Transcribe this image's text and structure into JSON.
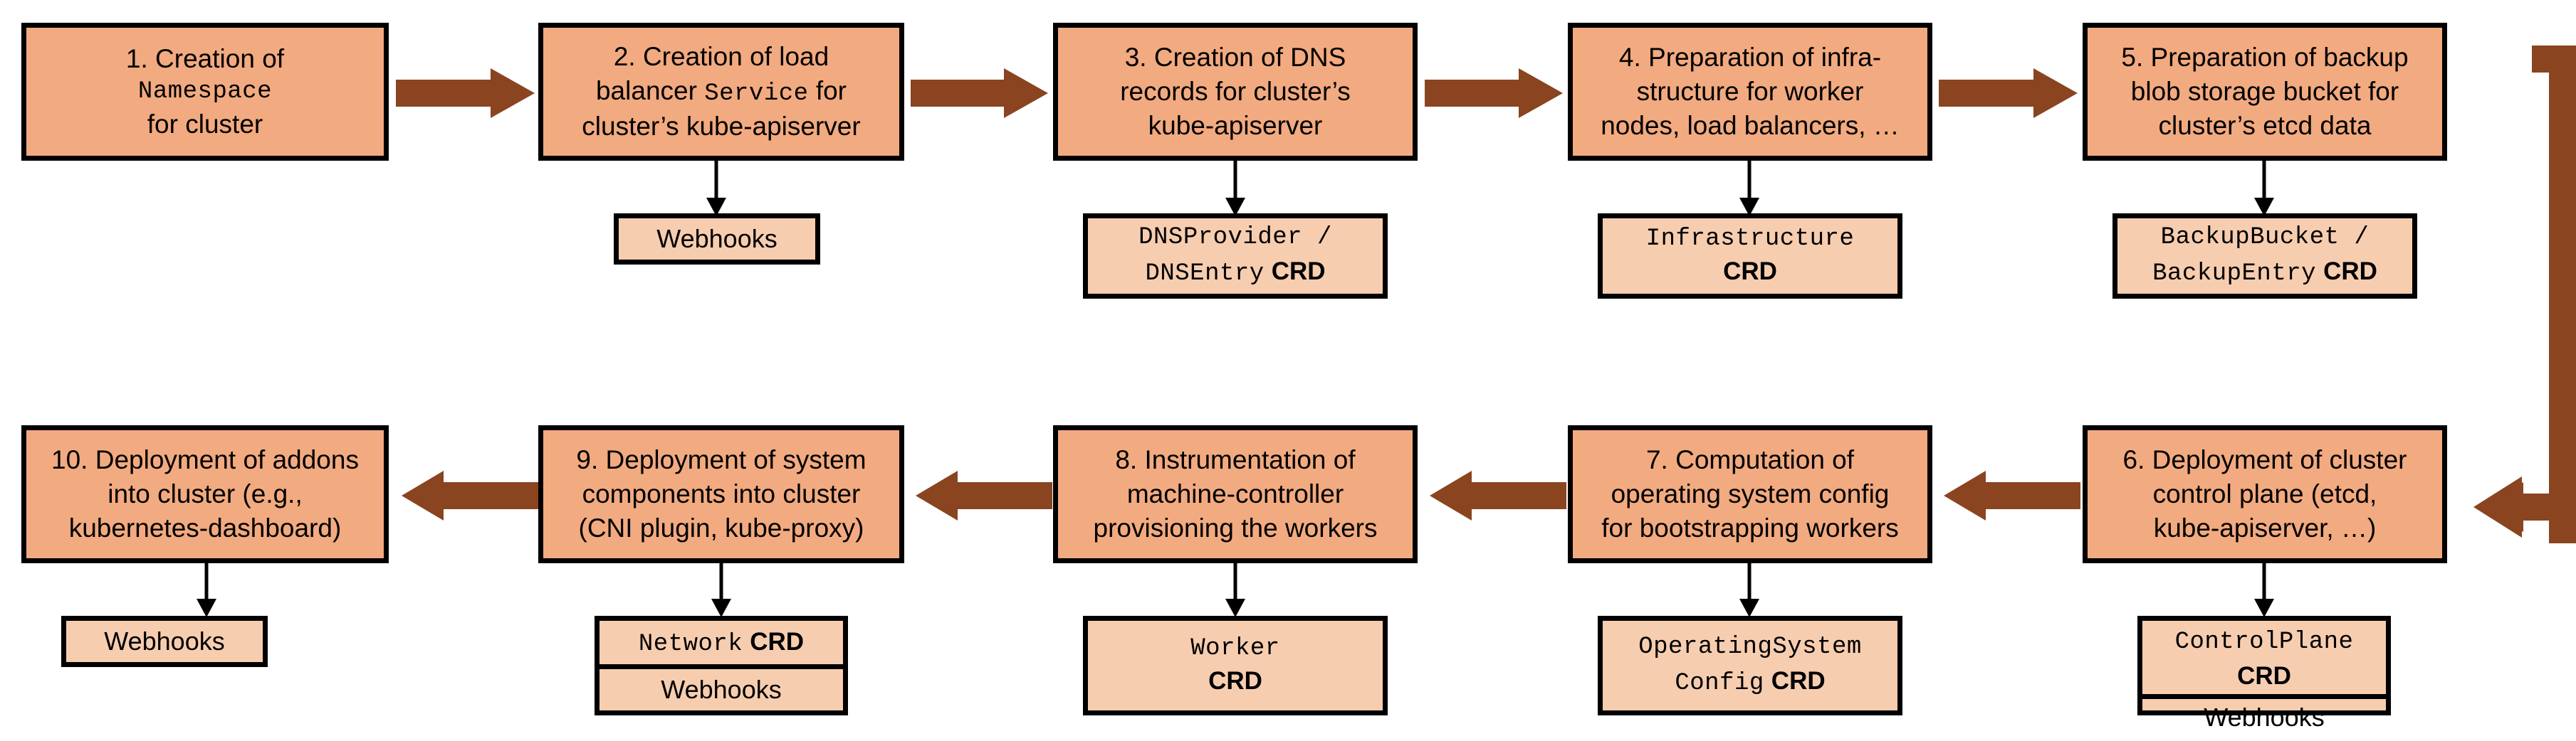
{
  "diagram": {
    "title": "Cluster reconciliation flow with extension CRDs and webhooks",
    "colors": {
      "step_fill": "#F2AA80",
      "resource_fill": "#F7CDB0",
      "border": "#000000",
      "flow_arrow": "#8A4420",
      "background": "#FFFFFF"
    }
  },
  "steps": [
    {
      "id": "step-1",
      "number": "1.",
      "lines": [
        {
          "text": "1. Creation of",
          "style": "sans"
        },
        {
          "text": "Namespace",
          "style": "mono"
        },
        {
          "text": "for cluster",
          "style": "sans"
        }
      ]
    },
    {
      "id": "step-2",
      "number": "2.",
      "lines": [
        {
          "text": "2. Creation of load",
          "style": "sans"
        },
        {
          "text": "balancer ",
          "style": "sans",
          "mono_part": "Service",
          "tail": " for"
        },
        {
          "text": "cluster’s kube-apiserver",
          "style": "sans"
        }
      ]
    },
    {
      "id": "step-3",
      "number": "3.",
      "lines": [
        {
          "text": "3. Creation of DNS",
          "style": "sans"
        },
        {
          "text": "records for cluster’s",
          "style": "sans"
        },
        {
          "text": "kube-apiserver",
          "style": "sans"
        }
      ]
    },
    {
      "id": "step-4",
      "number": "4.",
      "lines": [
        {
          "text": "4. Preparation of infra-",
          "style": "sans"
        },
        {
          "text": "structure for worker",
          "style": "sans"
        },
        {
          "text": "nodes, load balancers, …",
          "style": "sans"
        }
      ]
    },
    {
      "id": "step-5",
      "number": "5.",
      "lines": [
        {
          "text": "5. Preparation of backup",
          "style": "sans"
        },
        {
          "text": "blob storage bucket for",
          "style": "sans"
        },
        {
          "text": "cluster’s etcd data",
          "style": "sans"
        }
      ]
    },
    {
      "id": "step-6",
      "number": "6.",
      "lines": [
        {
          "text": "6. Deployment of cluster",
          "style": "sans"
        },
        {
          "text": "control plane (etcd,",
          "style": "sans"
        },
        {
          "text": "kube-apiserver, …)",
          "style": "sans"
        }
      ]
    },
    {
      "id": "step-7",
      "number": "7.",
      "lines": [
        {
          "text": "7. Computation of",
          "style": "sans"
        },
        {
          "text": "operating system config",
          "style": "sans"
        },
        {
          "text": "for bootstrapping workers",
          "style": "sans"
        }
      ]
    },
    {
      "id": "step-8",
      "number": "8.",
      "lines": [
        {
          "text": "8. Instrumentation of",
          "style": "sans"
        },
        {
          "text": "machine-controller",
          "style": "sans"
        },
        {
          "text": "provisioning the workers",
          "style": "sans"
        }
      ]
    },
    {
      "id": "step-9",
      "number": "9.",
      "lines": [
        {
          "text": "9. Deployment of system",
          "style": "sans"
        },
        {
          "text": "components into cluster",
          "style": "sans"
        },
        {
          "text": "(CNI plugin, kube-proxy)",
          "style": "sans"
        }
      ]
    },
    {
      "id": "step-10",
      "number": "10.",
      "lines": [
        {
          "text": "10. Deployment of addons",
          "style": "sans"
        },
        {
          "text": "into cluster (e.g.,",
          "style": "sans"
        },
        {
          "text": "kubernetes-dashboard)",
          "style": "sans"
        }
      ]
    }
  ],
  "step_text": {
    "s1_l1": "1. Creation of",
    "s1_l2": "Namespace",
    "s1_l3": "for cluster",
    "s2_l1": "2. Creation of load",
    "s2_l2a": "balancer",
    "s2_l2b": "Service",
    "s2_l2c": "for",
    "s2_l3": "cluster’s kube-apiserver",
    "s3_l1": "3. Creation of DNS",
    "s3_l2": "records for cluster’s",
    "s3_l3": "kube-apiserver",
    "s4_l1": "4. Preparation of infra-",
    "s4_l2": "structure for worker",
    "s4_l3": "nodes, load balancers, …",
    "s5_l1": "5. Preparation of backup",
    "s5_l2": "blob storage bucket for",
    "s5_l3": "cluster’s etcd data",
    "s6_l1": "6. Deployment of cluster",
    "s6_l2": "control plane (etcd,",
    "s6_l3": "kube-apiserver, …)",
    "s7_l1": "7. Computation of",
    "s7_l2": "operating system config",
    "s7_l3": "for bootstrapping workers",
    "s8_l1": "8. Instrumentation of",
    "s8_l2": "machine-controller",
    "s8_l3": "provisioning the workers",
    "s9_l1": "9. Deployment of system",
    "s9_l2": "components into cluster",
    "s9_l3": "(CNI plugin, kube-proxy)",
    "s10_l1": "10. Deployment of addons",
    "s10_l2": "into cluster (e.g.,",
    "s10_l3": "kubernetes-dashboard)"
  },
  "resources": {
    "webhooks_label": "Webhooks",
    "crd_suffix": "CRD",
    "r2": {
      "row1": "Webhooks"
    },
    "r3": {
      "line1": "DNSProvider /",
      "line2_name": "DNSEntry",
      "line2_crd": "CRD"
    },
    "r4": {
      "line1_name": "Infrastructure",
      "line2_crd": "CRD"
    },
    "r5": {
      "line1": "BackupBucket /",
      "line2_name": "BackupEntry",
      "line2_crd": "CRD"
    },
    "r6": {
      "row1_name": "ControlPlane",
      "row1_crd": "CRD",
      "row2": "Webhooks"
    },
    "r7": {
      "line1_name": "OperatingSystem",
      "line2_name": "Config",
      "line2_crd": "CRD"
    },
    "r8": {
      "line1_name": "Worker",
      "line2_crd": "CRD"
    },
    "r9": {
      "row1_name": "Network",
      "row1_crd": "CRD",
      "row2": "Webhooks"
    },
    "r10": {
      "row1": "Webhooks"
    }
  }
}
